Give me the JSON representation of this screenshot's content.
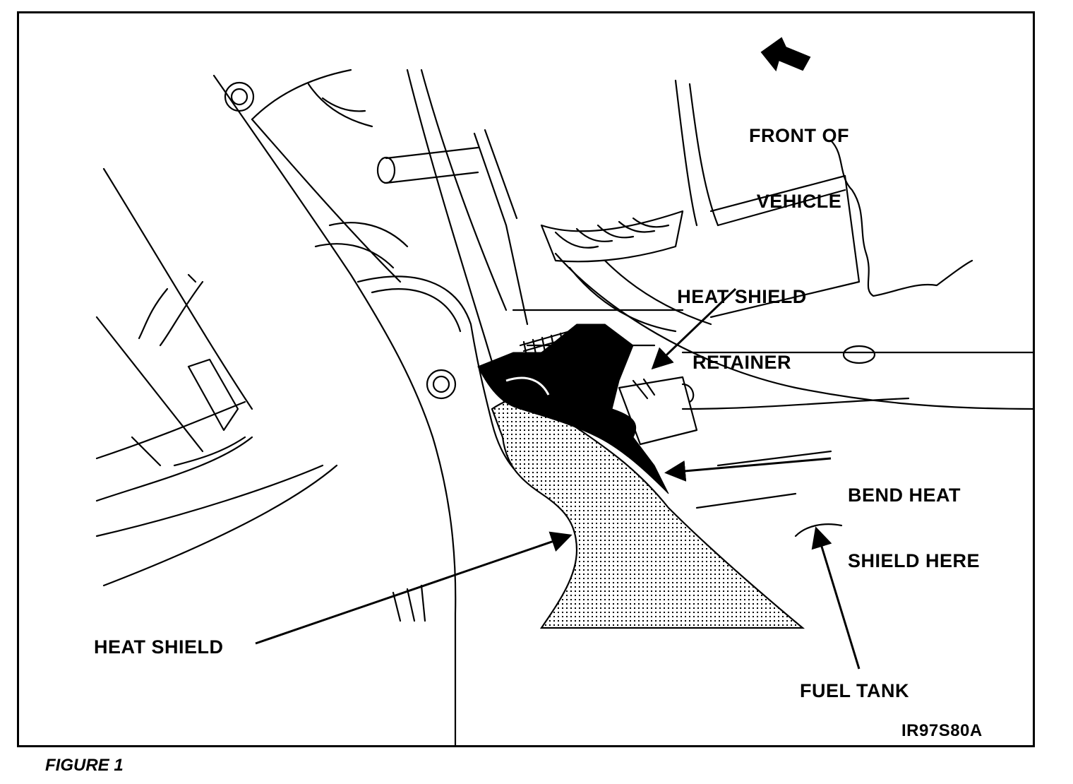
{
  "labels": {
    "front_line1": "FRONT OF",
    "front_line2": "VEHICLE",
    "retainer_line1": "HEAT SHIELD",
    "retainer_line2": "RETAINER",
    "bend_line1": "BEND HEAT",
    "bend_line2": "SHIELD HERE",
    "heat_shield": "HEAT SHIELD",
    "fuel_tank": "FUEL TANK",
    "drawing_code": "IR97S80A"
  },
  "caption": "FIGURE 1",
  "colors": {
    "ink": "#000000",
    "paper": "#ffffff"
  }
}
